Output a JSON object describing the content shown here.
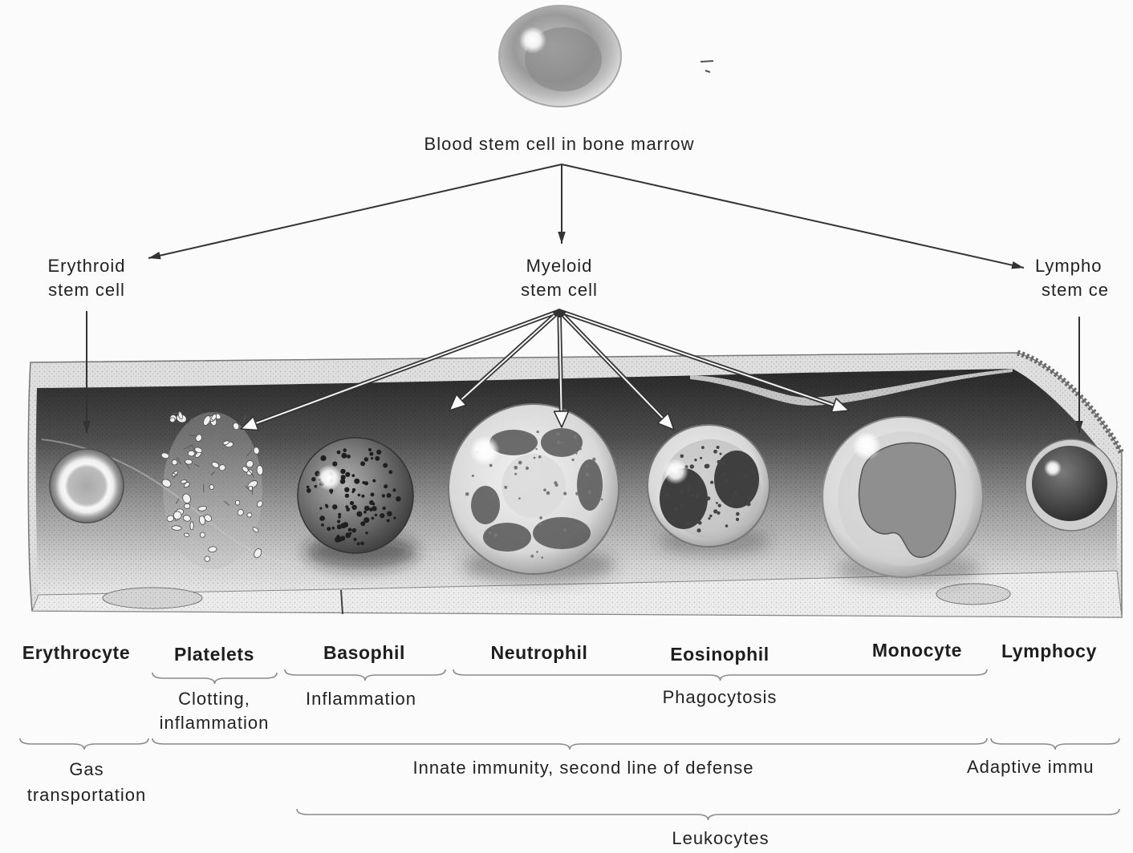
{
  "stem_cells": {
    "blood": "Blood stem cell in bone marrow",
    "erythroid": [
      "Erythroid",
      "stem cell"
    ],
    "myeloid": [
      "Myeloid",
      "stem cell"
    ],
    "lymphoid": [
      "Lympho",
      "stem ce"
    ]
  },
  "cells": [
    {
      "name": "Erythrocyte"
    },
    {
      "name": "Platelets"
    },
    {
      "name": "Basophil"
    },
    {
      "name": "Neutrophil"
    },
    {
      "name": "Eosinophil"
    },
    {
      "name": "Monocyte"
    },
    {
      "name": "Lymphocy"
    }
  ],
  "functions": {
    "platelets": [
      "Clotting,",
      "inflammation"
    ],
    "basophil": "Inflammation",
    "phagocytes": "Phagocytosis"
  },
  "roles": {
    "erythrocyte": [
      "Gas",
      "transportation"
    ],
    "innate": "Innate immunity, second line of defense",
    "adaptive": "Adaptive immu"
  },
  "groups": {
    "leukocytes": "Leukocytes"
  },
  "colors": {
    "ink": "#222222",
    "background": "#fbfbfb"
  }
}
